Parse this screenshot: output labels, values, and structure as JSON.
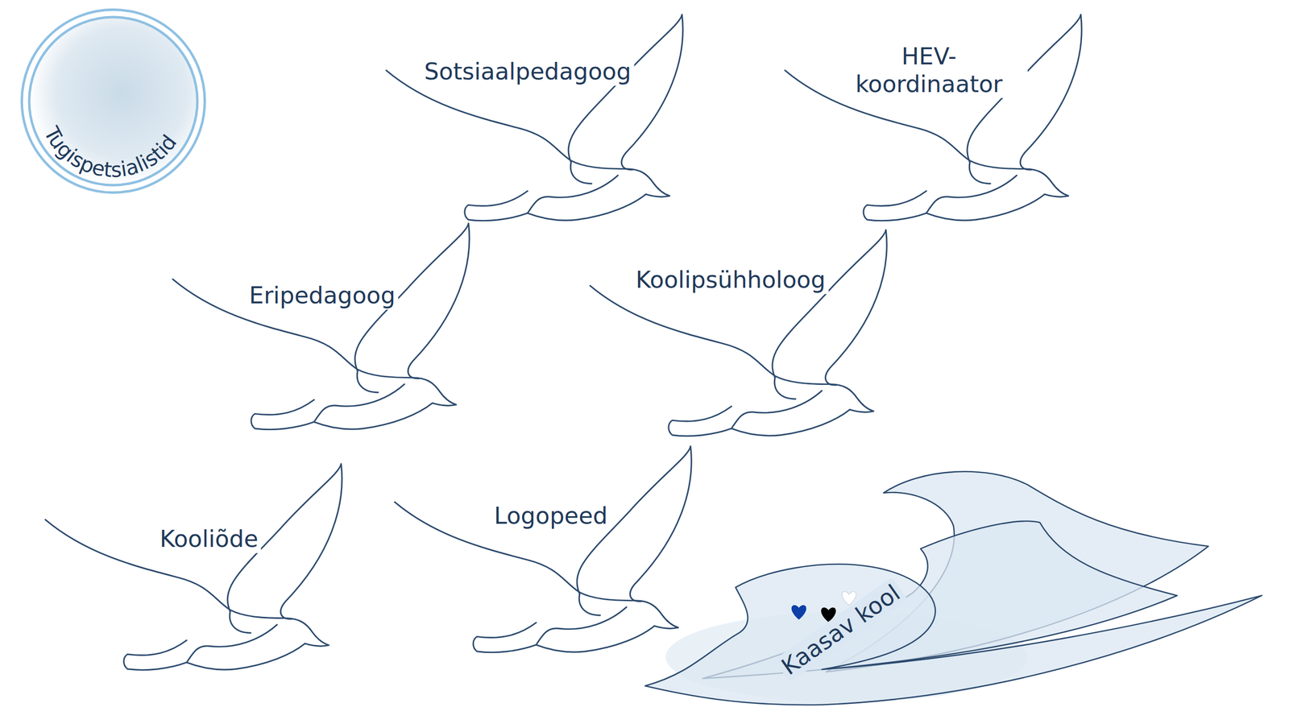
{
  "diagram": {
    "nodes": [
      {
        "text": [
          "Tugispetsialistid"
        ]
      },
      {
        "text": [
          "Sotsiaalpedagoog"
        ]
      },
      {
        "text": [
          "HEV- koordinaator"
        ]
      },
      {
        "text": [
          "Eripedagoog"
        ]
      },
      {
        "text": [
          "Koolipsühholoog"
        ]
      },
      {
        "text": [
          "Kooliõde"
        ]
      },
      {
        "text": [
          "Logopeed"
        ]
      },
      {
        "text": [
          "Kaasav kool"
        ]
      }
    ]
  }
}
